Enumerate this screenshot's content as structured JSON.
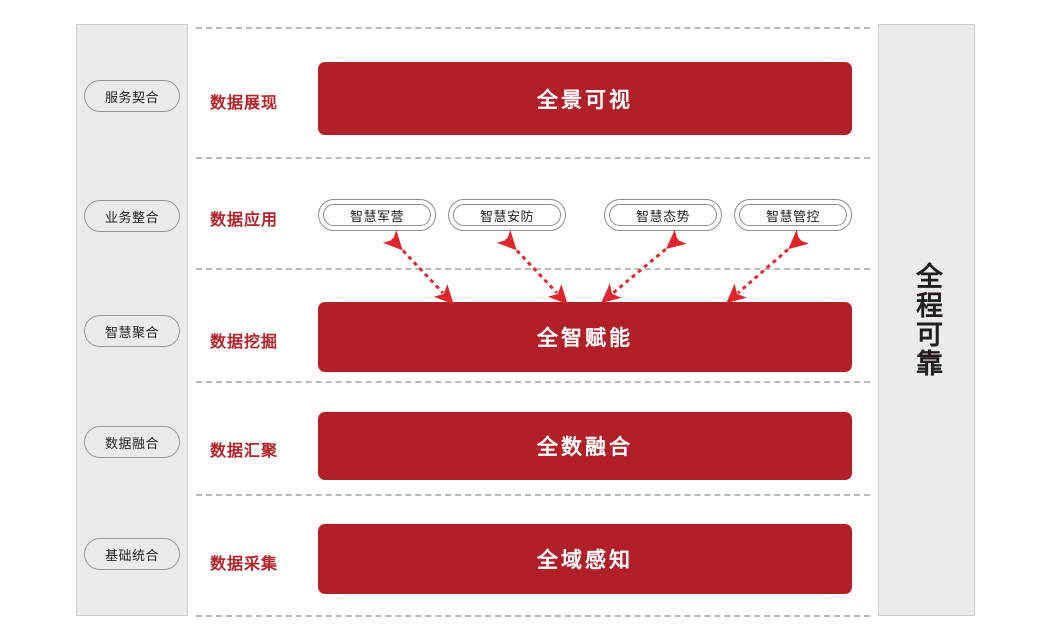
{
  "colors": {
    "bar_red": "#b12028",
    "label_red": "#b5232a",
    "panel_gray": "#ebebeb",
    "panel_border": "#cfcfcf",
    "divider_gray": "#b9b9b9",
    "arrow_red": "#e0262d",
    "text_dark": "#231c1c"
  },
  "left_sidebar": {
    "name": "capability-layers",
    "items": [
      {
        "label": "服务契合"
      },
      {
        "label": "业务整合"
      },
      {
        "label": "智慧聚合"
      },
      {
        "label": "数据融合"
      },
      {
        "label": "基础统合"
      }
    ]
  },
  "right_sidebar": {
    "label": "全程可靠"
  },
  "rows": [
    {
      "label": "数据展现",
      "bar": "全景可视"
    },
    {
      "label": "数据应用",
      "bar": null
    },
    {
      "label": "数据挖掘",
      "bar": "全智赋能"
    },
    {
      "label": "数据汇聚",
      "bar": "全数融合"
    },
    {
      "label": "数据采集",
      "bar": "全域感知"
    }
  ],
  "app_pills": [
    {
      "label": "智慧军营"
    },
    {
      "label": "智慧安防"
    },
    {
      "label": "智慧态势"
    },
    {
      "label": "智慧管控"
    }
  ]
}
